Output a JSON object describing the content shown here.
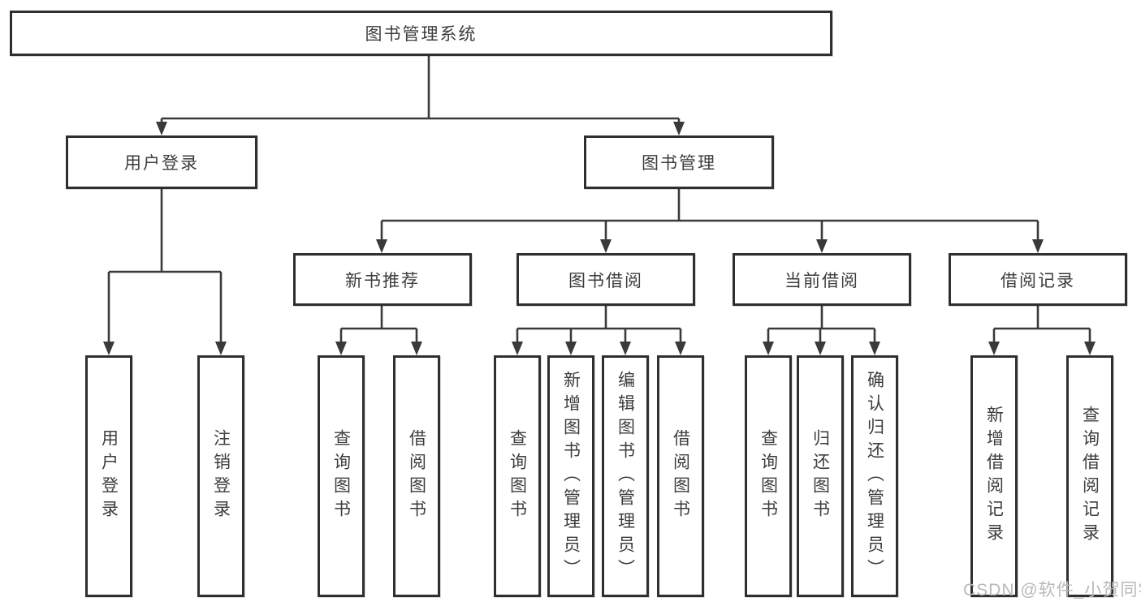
{
  "diagram": {
    "root": {
      "label": "图书管理系统"
    },
    "branches": [
      {
        "label": "用户登录",
        "children": [
          {
            "label": "用户登录"
          },
          {
            "label": "注销登录"
          }
        ]
      },
      {
        "label": "图书管理",
        "children": [
          {
            "label": "新书推荐",
            "children": [
              {
                "label": "查询图书"
              },
              {
                "label": "借阅图书"
              }
            ]
          },
          {
            "label": "图书借阅",
            "children": [
              {
                "label": "查询图书"
              },
              {
                "label": "新增图书（管理员）"
              },
              {
                "label": "编辑图书（管理员）"
              },
              {
                "label": "借阅图书"
              }
            ]
          },
          {
            "label": "当前借阅",
            "children": [
              {
                "label": "查询图书"
              },
              {
                "label": "归还图书"
              },
              {
                "label": "确认归还（管理员）"
              }
            ]
          },
          {
            "label": "借阅记录",
            "children": [
              {
                "label": "新增借阅记录"
              },
              {
                "label": "查询借阅记录"
              }
            ]
          }
        ]
      }
    ]
  },
  "watermark": "CSDN @软件_小贺同学",
  "colors": {
    "line": "#3a3a3a",
    "box_border": "#2f2f2f",
    "text": "#3d3d3d",
    "watermark": "#b9b9b9",
    "background": "#ffffff"
  }
}
